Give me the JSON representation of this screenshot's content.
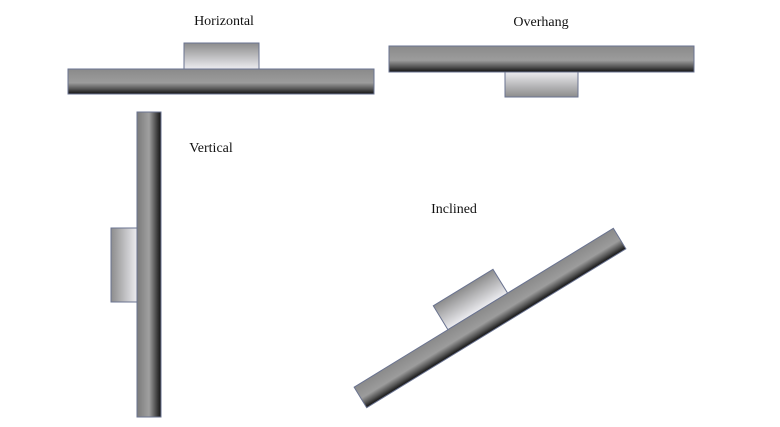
{
  "diagram": {
    "labels": {
      "horizontal": "Horizontal",
      "overhang": "Overhang",
      "vertical": "Vertical",
      "inclined": "Inclined"
    },
    "colors": {
      "bar_light": "#9a9a9a",
      "bar_dark": "#111111",
      "block_light": "#e8e8ec",
      "outline": "#6a7390"
    }
  }
}
